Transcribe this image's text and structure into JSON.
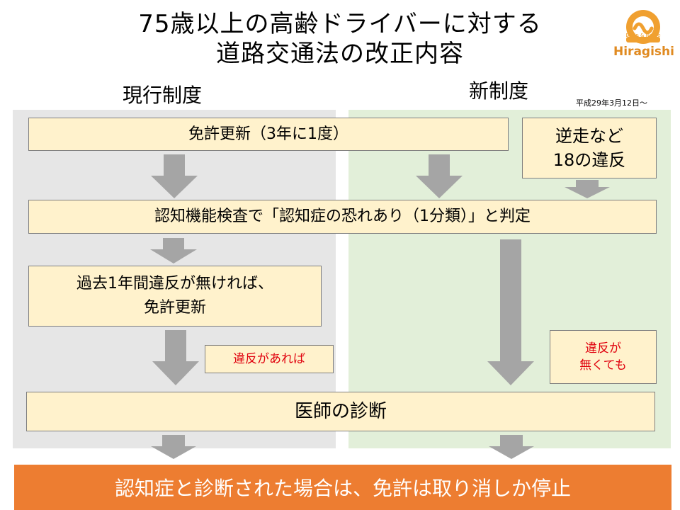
{
  "title": {
    "line1": "75歳以上の高齢ドライバーに対する",
    "line2": "道路交通法の改正内容"
  },
  "logo": {
    "tagline": "Brain & Nerve",
    "name": "Hiragishi",
    "color": "#f0a030"
  },
  "current_system": {
    "heading": "現行制度"
  },
  "new_system": {
    "heading": "新制度",
    "effective_date": "平成29年3月12日～"
  },
  "boxes": {
    "license_renewal": "免許更新（3年に1度）",
    "violations": [
      "逆走など",
      "18の違反"
    ],
    "cognitive_test": "認知機能検査で「認知症の恐れあり（1分類）」と判定",
    "renew_if_clean": [
      "過去1年間違反が無ければ、",
      "免許更新"
    ],
    "if_violation": "違反があれば",
    "even_without_violation": [
      "違反が",
      "無くても"
    ],
    "doctor_diagnosis": "医師の診断"
  },
  "result_banner": "認知症と診断された場合は、免許は取り消しか停止",
  "colors": {
    "current_panel": "#e6e6e6",
    "new_panel": "#e2efd9",
    "box_fill": "#fff2cc",
    "arrow": "#a5a5a5",
    "banner": "#ed7d31",
    "red_text": "#e0000d"
  }
}
